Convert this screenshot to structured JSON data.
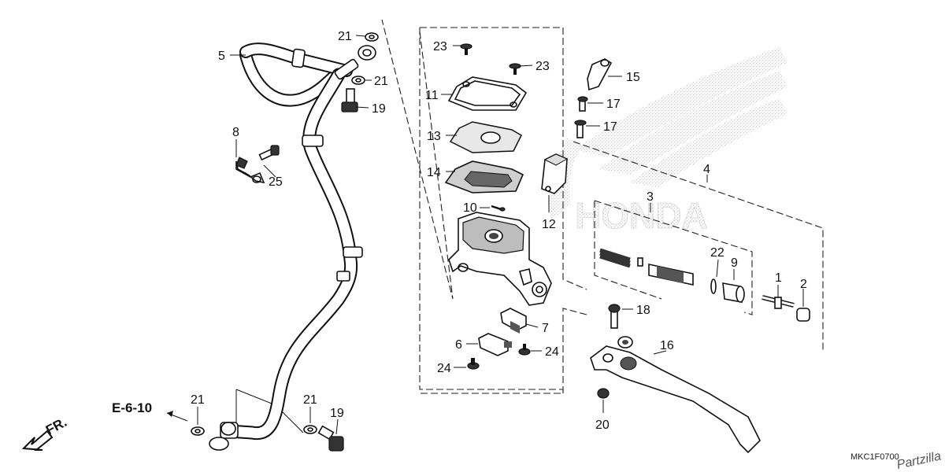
{
  "diagram": {
    "callouts": {
      "c1": "1",
      "c2": "2",
      "c3": "3",
      "c4": "4",
      "c5": "5",
      "c6": "6",
      "c7": "7",
      "c8": "8",
      "c9": "9",
      "c10": "10",
      "c11": "11",
      "c12": "12",
      "c13": "13",
      "c14": "14",
      "c15": "15",
      "c16": "16",
      "c17": "17",
      "c18": "18",
      "c19": "19",
      "c20": "20",
      "c21": "21",
      "c22": "22",
      "c23": "23",
      "c24": "24",
      "c25": "25"
    },
    "reference": "E-6-10",
    "front_marker": "FR.",
    "part_code": "MKC1F0700",
    "watermark_brand": "HONDA",
    "watermark_site": "Partzilla"
  }
}
